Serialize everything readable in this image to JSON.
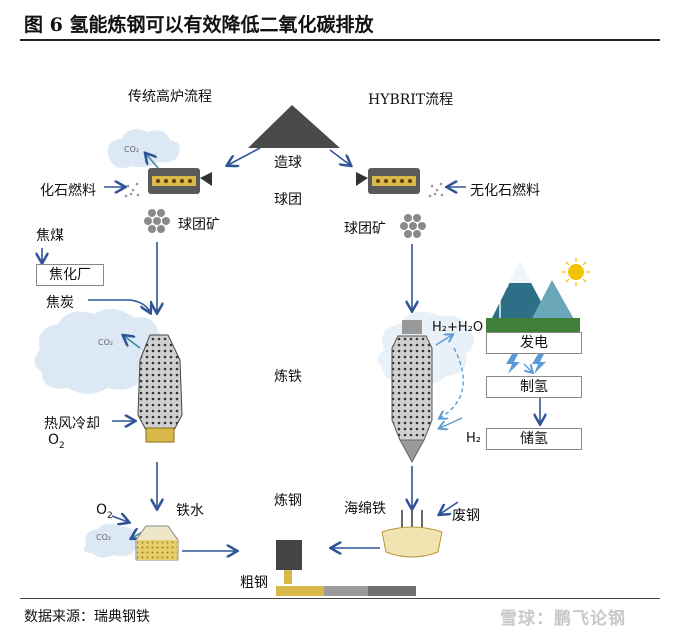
{
  "figure": {
    "title": "图 6  氢能炼钢可以有效降低二氧化碳排放",
    "source": "数据来源：瑞典钢铁",
    "watermark": "雪球：鹏飞论钢"
  },
  "left_process": {
    "heading": "传统高炉流程",
    "fossil_fuel": "化石燃料",
    "pellet_ore": "球团矿",
    "coking_coal": "焦煤",
    "coke_plant": "焦化厂",
    "coke": "焦炭",
    "hot_blast_cooling": "热风冷却",
    "o2_label": "O",
    "o2_sub": "2",
    "o2_label_2": "O",
    "o2_sub_2": "2",
    "molten_iron": "铁水",
    "co2": "CO₂"
  },
  "right_process": {
    "heading": "HYBRIT流程",
    "non_fossil_fuel": "无化石燃料",
    "pellet_ore": "球团矿",
    "h2_h2o": "H₂+H₂O",
    "h2": "H₂",
    "sponge_iron": "海绵铁",
    "scrap_steel": "废钢",
    "power_generation": "发电",
    "hydrogen_production": "制氢",
    "hydrogen_storage": "储氢"
  },
  "center": {
    "pelletizing": "造球",
    "pellets": "球团",
    "ironmaking": "炼铁",
    "steelmaking": "炼钢",
    "crude_steel": "粗钢"
  },
  "colors": {
    "arrow": "#2f5597",
    "cloud": "#dce9f5",
    "machine": "#555555",
    "ore": "#8a8a8a",
    "yellow": "#d9b84a",
    "teal": "#3a8fa0",
    "sun": "#f2c200"
  }
}
